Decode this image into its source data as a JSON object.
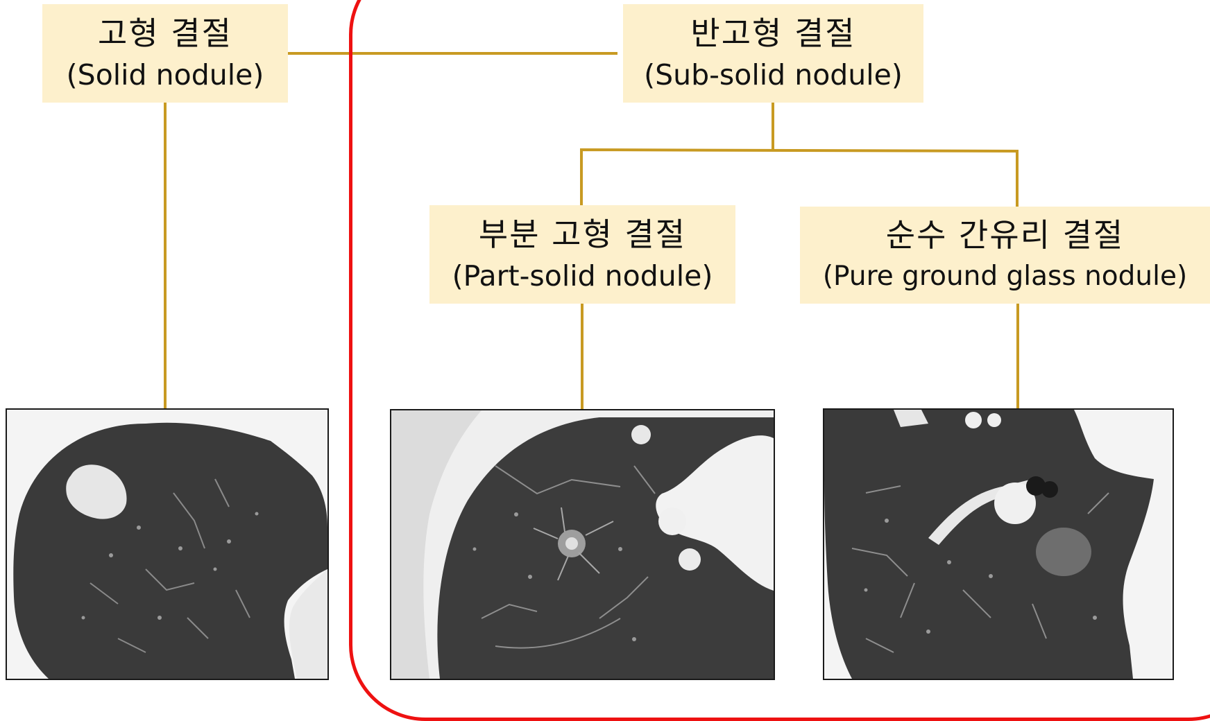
{
  "colors": {
    "connector": "#c89a22",
    "label_background": "#fdf0cc",
    "highlight_outline": "#ee1111",
    "lung_parenchyma": "#3b3b3b",
    "soft_tissue": "#f0f0f0"
  },
  "nodes": {
    "solid": {
      "label_ko": "고형 결절",
      "label_en": "(Solid nodule)"
    },
    "sub_solid": {
      "label_ko": "반고형 결절",
      "label_en": "(Sub-solid nodule)"
    },
    "part_solid": {
      "label_ko": "부분 고형 결절",
      "label_en": "(Part-solid nodule)"
    },
    "pure_ground_glass": {
      "label_ko": "순수 간유리 결절",
      "label_en": "(Pure ground glass nodule)"
    }
  },
  "images": [
    {
      "depicts": "solid-nodule-ct"
    },
    {
      "depicts": "part-solid-nodule-ct"
    },
    {
      "depicts": "pure-ground-glass-nodule-ct"
    }
  ]
}
